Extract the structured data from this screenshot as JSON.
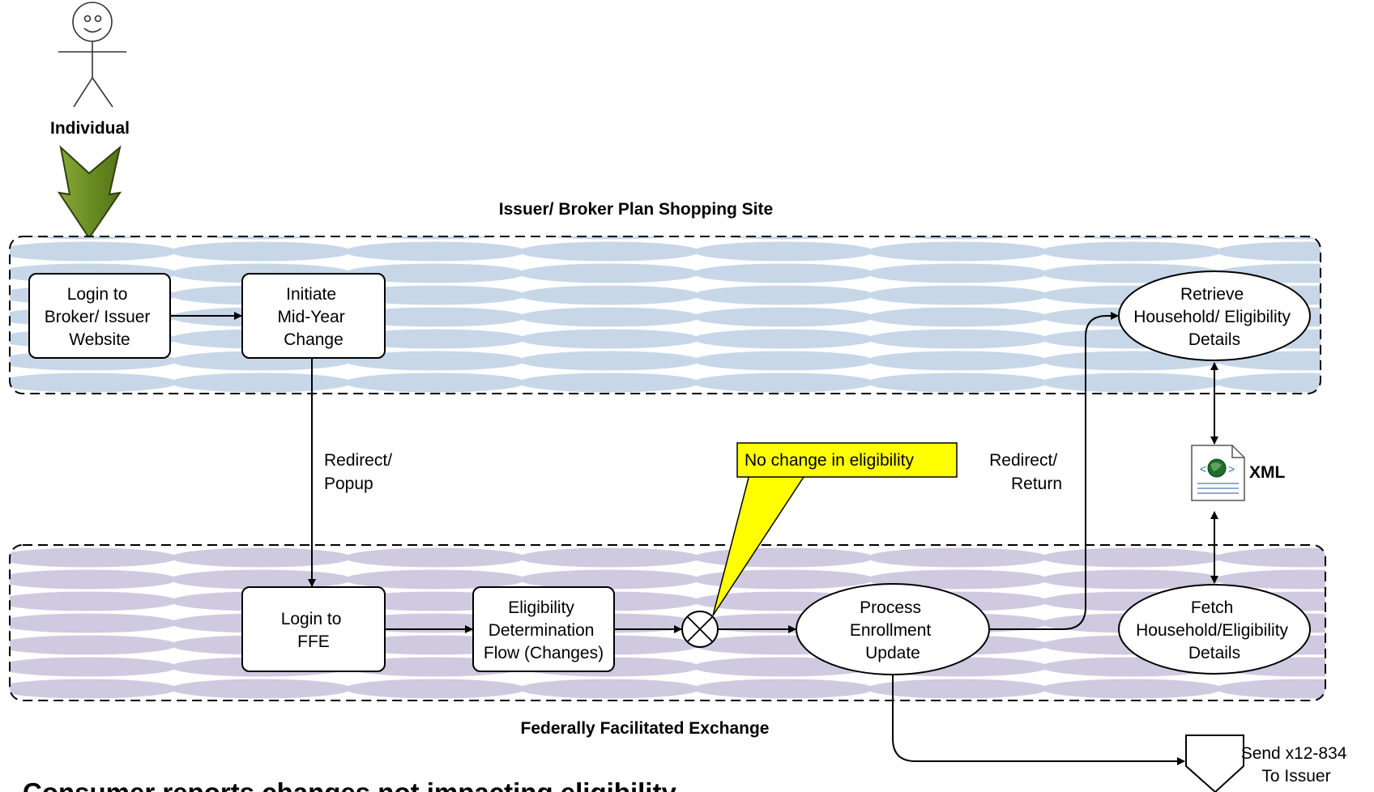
{
  "actor": {
    "label": "Individual"
  },
  "lanes": {
    "issuer": {
      "title": "Issuer/ Broker Plan Shopping Site"
    },
    "ffe": {
      "title": "Federally Facilitated Exchange"
    }
  },
  "nodes": {
    "login_broker": {
      "lines": [
        "Login to",
        "Broker/ Issuer",
        "Website"
      ]
    },
    "initiate": {
      "lines": [
        "Initiate",
        "Mid-Year",
        "Change"
      ]
    },
    "retrieve": {
      "lines": [
        "Retrieve",
        "Household/ Eligibility",
        "Details"
      ]
    },
    "login_ffe": {
      "lines": [
        "Login to",
        "FFE"
      ]
    },
    "eligibility": {
      "lines": [
        "Eligibility",
        "Determination",
        "Flow (Changes)"
      ]
    },
    "process": {
      "lines": [
        "Process",
        "Enrollment",
        "Update"
      ]
    },
    "fetch": {
      "lines": [
        "Fetch",
        "Household/Eligibility",
        "Details"
      ]
    }
  },
  "edge_labels": {
    "redirect_popup": [
      "Redirect/",
      "Popup"
    ],
    "redirect_return": [
      "Redirect/",
      "Return"
    ]
  },
  "callout": {
    "text": "No change in eligibility"
  },
  "xml_doc": {
    "label": "XML"
  },
  "send": {
    "lines": [
      "Send x12-834",
      "To Issuer"
    ]
  },
  "footer": {
    "title": "Consumer reports changes not impacting eligibility"
  },
  "colors": {
    "issuer_lane_tint": "#c7d7e8",
    "ffe_lane_tint": "#d0cae0",
    "callout_fill": "#ffff00",
    "arrow_green": "#6b8e23"
  }
}
